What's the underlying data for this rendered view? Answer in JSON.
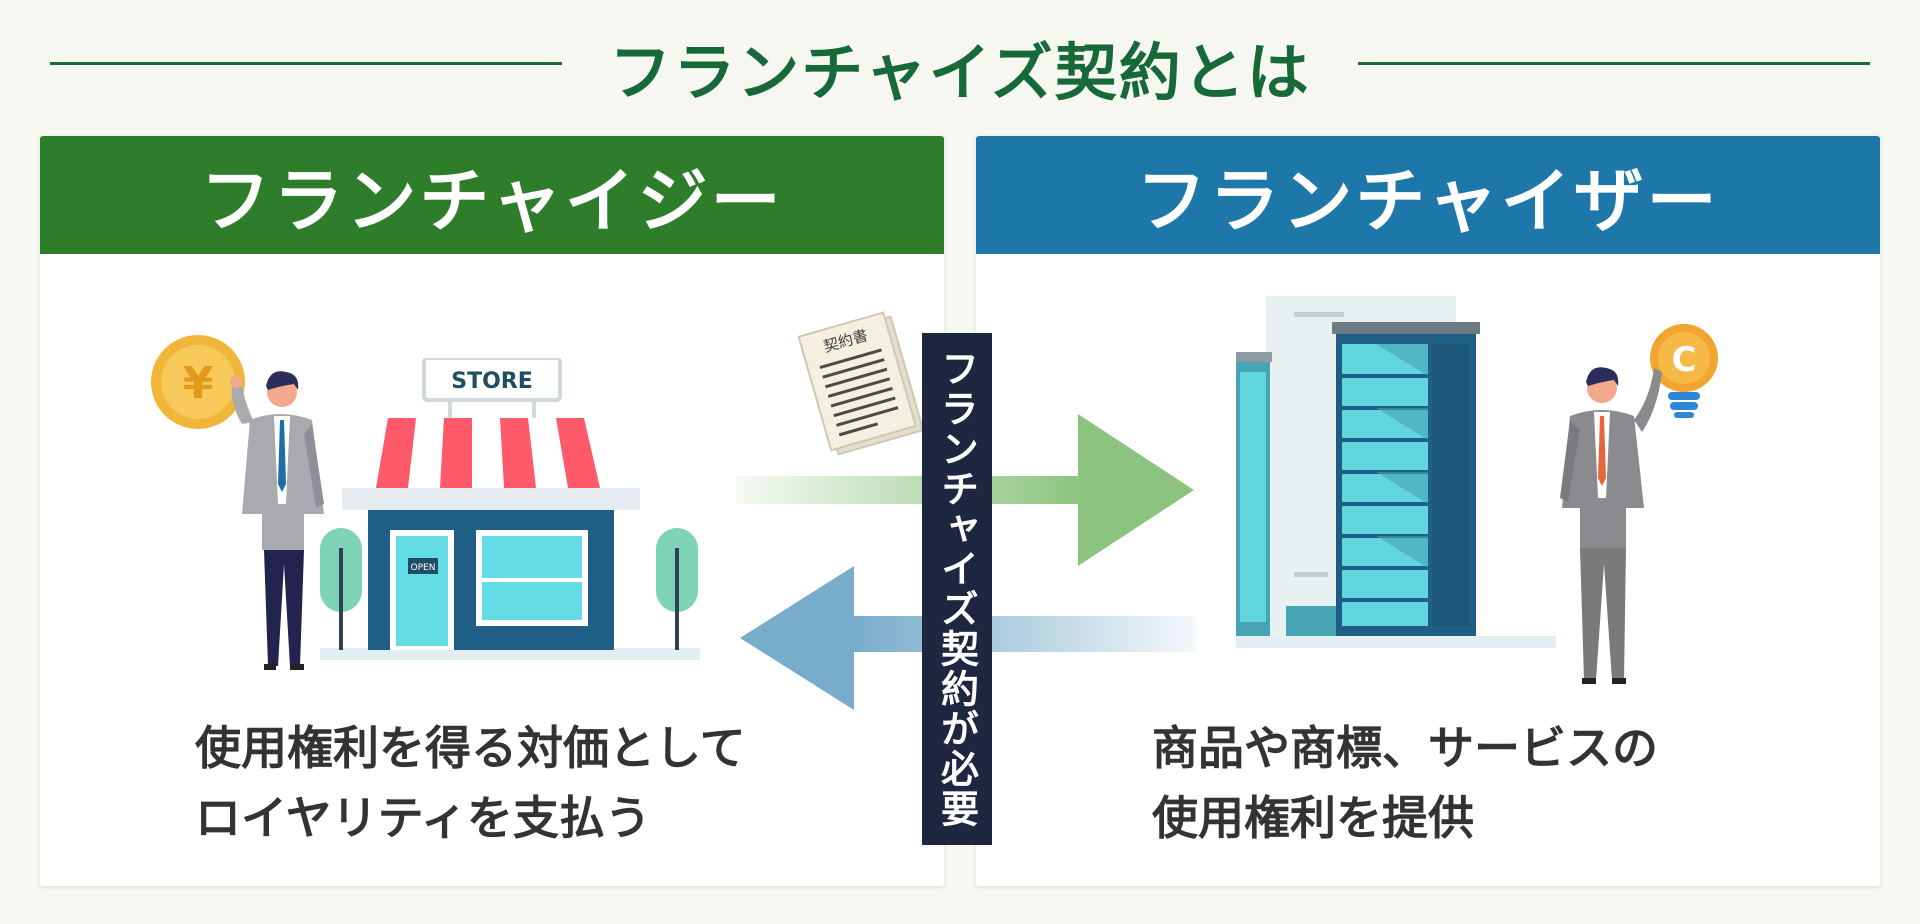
{
  "title": "フランチャイズ契約とは",
  "left_panel": {
    "header": "フランチャイジー",
    "caption_line1": "使用権利を得る対価として",
    "caption_line2": "ロイヤリティを支払う",
    "store_sign": "STORE",
    "open_sign": "OPEN",
    "coin_symbol": "¥"
  },
  "right_panel": {
    "header": "フランチャイザー",
    "caption_line1": "商品や商標、サービスの",
    "caption_line2": "使用権利を提供",
    "bulb_symbol": "C"
  },
  "center": {
    "contract_label": "フランチャイズ契約が必要",
    "document_label": "契約書"
  },
  "colors": {
    "title": "#17693a",
    "franchisee": "#2e7d2b",
    "franchisor": "#1d77a8",
    "arrow_right": "#8cc47f",
    "arrow_left": "#78accb",
    "center_label": "#1f2640"
  }
}
